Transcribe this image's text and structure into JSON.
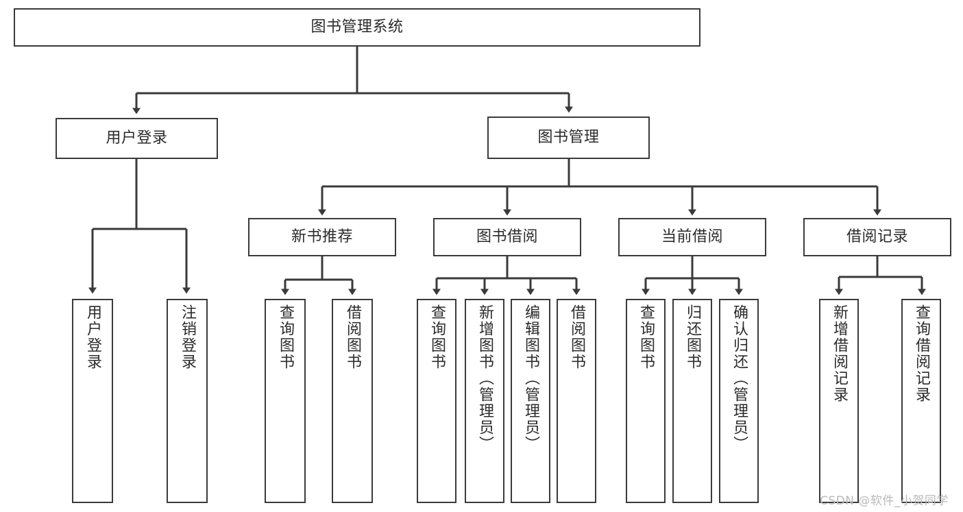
{
  "diagram": {
    "type": "tree",
    "title": "图书管理系统",
    "watermark": "CSDN @软件_小贺同学",
    "colors": {
      "box_border": "#3a3a3a",
      "box_fill": "#ffffff",
      "edge": "#3a3a3a",
      "text": "#2b2b2b",
      "watermark": "#b9b9b9"
    },
    "nodes": {
      "root": {
        "label": "图书管理系统",
        "level": 0
      },
      "l1": [
        {
          "id": "user_login",
          "label": "用户登录"
        },
        {
          "id": "book_mgmt",
          "label": "图书管理"
        }
      ],
      "l2": [
        {
          "id": "new_book_rec",
          "label": "新书推荐",
          "parent": "book_mgmt"
        },
        {
          "id": "book_borrow",
          "label": "图书借阅",
          "parent": "book_mgmt"
        },
        {
          "id": "current_borrow",
          "label": "当前借阅",
          "parent": "book_mgmt"
        },
        {
          "id": "borrow_record",
          "label": "借阅记录",
          "parent": "book_mgmt"
        }
      ],
      "leaves": [
        {
          "id": "leaf_user_login",
          "label": "用户登录",
          "parent": "user_login"
        },
        {
          "id": "leaf_logout",
          "label": "注销登录",
          "parent": "user_login"
        },
        {
          "id": "leaf_query_book_1",
          "label": "查询图书",
          "parent": "new_book_rec"
        },
        {
          "id": "leaf_borrow_book_1",
          "label": "借阅图书",
          "parent": "new_book_rec"
        },
        {
          "id": "leaf_query_book_2",
          "label": "查询图书",
          "parent": "book_borrow"
        },
        {
          "id": "leaf_add_book",
          "label": "新增图书（管理员）",
          "parent": "book_borrow"
        },
        {
          "id": "leaf_edit_book",
          "label": "编辑图书（管理员）",
          "parent": "book_borrow"
        },
        {
          "id": "leaf_borrow_book_2",
          "label": "借阅图书",
          "parent": "book_borrow"
        },
        {
          "id": "leaf_query_book_3",
          "label": "查询图书",
          "parent": "current_borrow"
        },
        {
          "id": "leaf_return_book",
          "label": "归还图书",
          "parent": "current_borrow"
        },
        {
          "id": "leaf_confirm_return",
          "label": "确认归还（管理员）",
          "parent": "current_borrow"
        },
        {
          "id": "leaf_add_record",
          "label": "新增借阅记录",
          "parent": "borrow_record"
        },
        {
          "id": "leaf_query_record",
          "label": "查询借阅记录",
          "parent": "borrow_record"
        }
      ]
    }
  }
}
